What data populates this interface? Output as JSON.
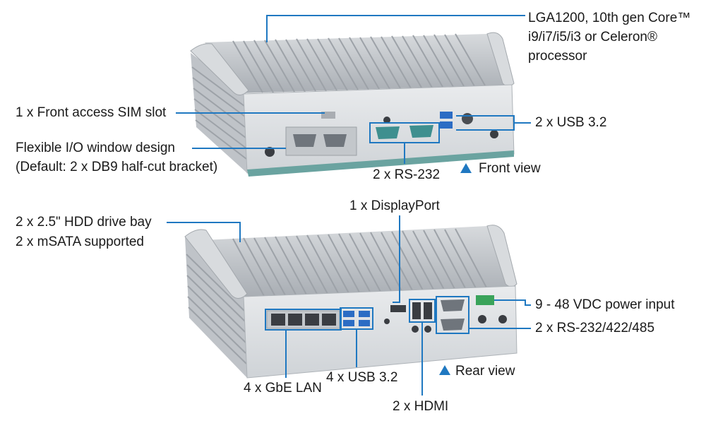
{
  "front": {
    "cpu_line1": "LGA1200, 10th gen Core™",
    "cpu_line2": "i9/i7/i5/i3 or Celeron®",
    "cpu_line3": "processor",
    "sim": "1 x Front access SIM slot",
    "io_line1": "Flexible I/O window design",
    "io_line2": "(Default: 2 x DB9 half-cut bracket)",
    "usb": "2 x USB 3.2",
    "rs232": "2 x RS-232",
    "view": "Front view"
  },
  "rear": {
    "hdd_line1": "2 x 2.5\" HDD drive bay",
    "hdd_line2": "2 x mSATA supported",
    "displayport": "1 x DisplayPort",
    "power": "9 - 48 VDC power input",
    "serial": "2 x RS-232/422/485",
    "lan": "4 x GbE LAN",
    "usb": "4 x USB 3.2",
    "hdmi": "2 x HDMI",
    "view": "Rear view"
  },
  "colors": {
    "callout": "#1f78c1",
    "chassis": "#c9ccd0",
    "fins": "#b8bcc1",
    "panel": "#dfe2e5",
    "port_blue": "#2b6cc4",
    "port_dark": "#3a3d42"
  }
}
